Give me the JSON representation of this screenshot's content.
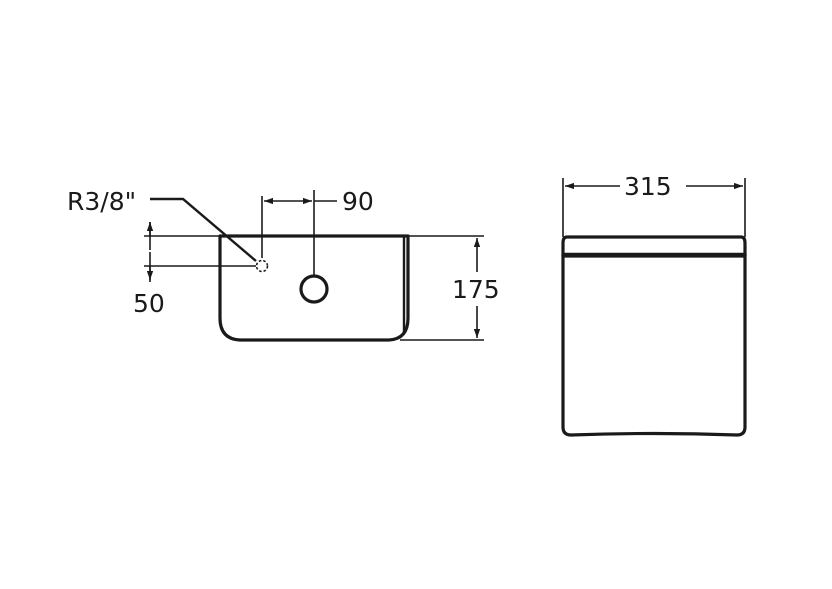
{
  "dimensions": {
    "thread_label": "R3/8\"",
    "offset_label": "90",
    "inlet_height_label": "50",
    "height_label": "175",
    "width_label": "315"
  },
  "colors": {
    "line": "#1a1a1a",
    "background": "#ffffff"
  }
}
